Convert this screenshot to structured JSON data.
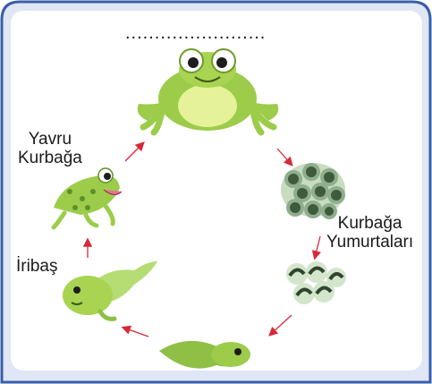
{
  "title": "........................",
  "labels": {
    "young_frog_line1": "Yavru",
    "young_frog_line2": "Kurbağa",
    "tadpole": "İribaş",
    "eggs_line1": "Kurbağa",
    "eggs_line2": "Yumurtaları"
  },
  "colors": {
    "frame_border": "#3a5fa8",
    "frame_fill": "#dfe6f5",
    "arrow": "#d8283a",
    "frog_green": "#9ccc4a",
    "frog_dark": "#6e9a2c",
    "belly": "#e6f29a",
    "egg_outer": "#8fae8c",
    "egg_inner": "#3f5a3c"
  },
  "icons": [
    "adult-frog-icon",
    "egg-cluster-icon",
    "hatching-eggs-icon",
    "tadpole-icon",
    "legged-tadpole-icon",
    "young-frog-icon",
    "cycle-arrow-icon"
  ]
}
